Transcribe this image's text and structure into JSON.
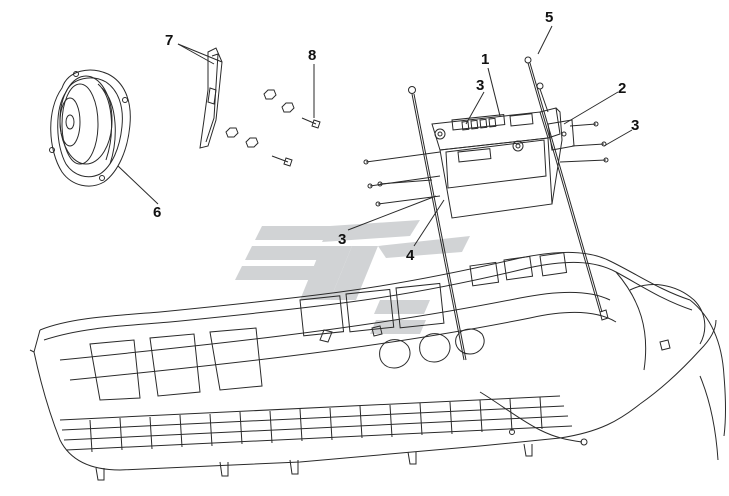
{
  "callouts": {
    "c1": "1",
    "c2": "2",
    "c3a": "3",
    "c3b": "3",
    "c3c": "3",
    "c4": "4",
    "c5": "5",
    "c6": "6",
    "c7": "7",
    "c8": "8"
  },
  "colors": {
    "line": "#2a2a2a",
    "watermark": "#c9ccce",
    "background": "#ffffff"
  }
}
